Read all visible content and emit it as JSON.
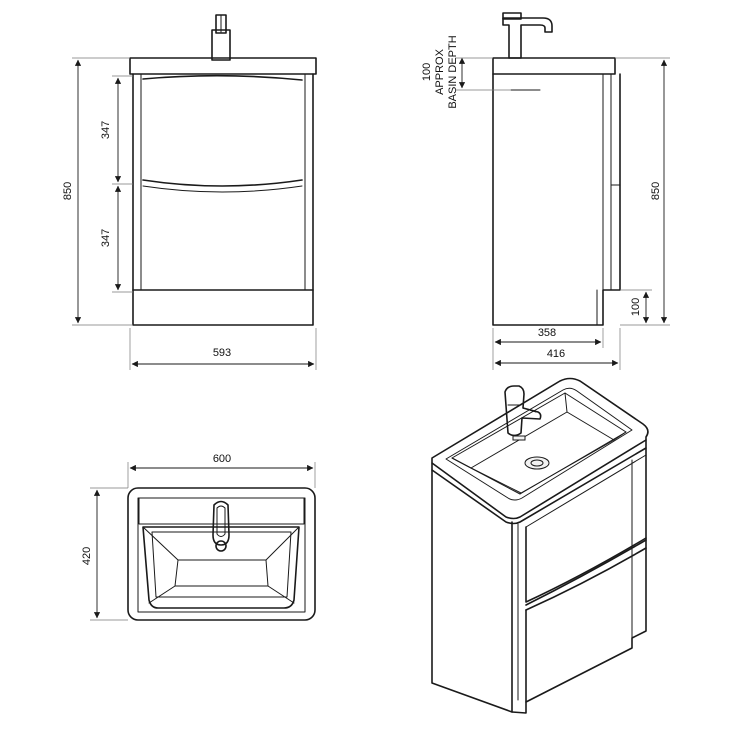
{
  "dimensions": {
    "front_width": "593",
    "front_height": "850",
    "drawer_top_height": "347",
    "drawer_bottom_height": "347",
    "side_height": "850",
    "side_plinth": "100",
    "side_body_depth": "358",
    "side_total_depth": "416",
    "basin_depth_value": "100",
    "basin_depth_line1": "APPROX",
    "basin_depth_line2": "BASIN DEPTH",
    "top_width": "600",
    "top_depth": "420"
  },
  "colors": {
    "line": "#1a1a1a",
    "background": "#ffffff"
  }
}
